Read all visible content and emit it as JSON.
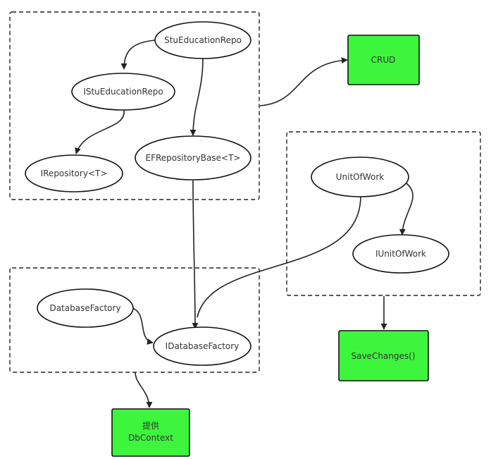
{
  "nodes": {
    "stu_education_repo": "StuEducationRepo",
    "i_stu_education_repo": "IStuEducationRepo",
    "i_repository": "IRepository<T>",
    "ef_repository_base": "EFRepositoryBase<T>",
    "unit_of_work": "UnitOfWork",
    "i_unit_of_work": "IUnitOfWork",
    "database_factory": "DatabaseFactory",
    "i_database_factory": "IDatabaseFactory"
  },
  "boxes": {
    "crud": "CRUD",
    "save_changes": "SaveChanges()",
    "provide_line1": "提供",
    "provide_line2": "DbContext"
  },
  "colors": {
    "box_fill": "#3df53d",
    "stroke": "#222222",
    "text": "#333333"
  }
}
